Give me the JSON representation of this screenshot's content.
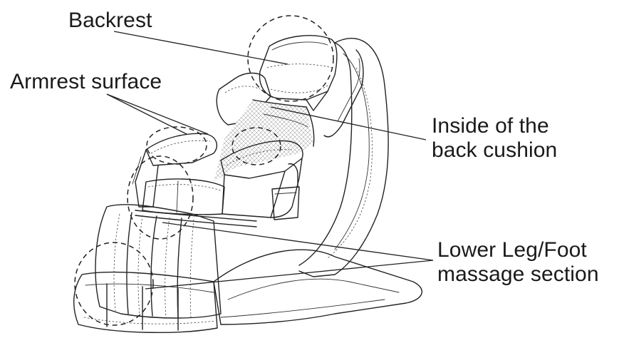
{
  "labels": {
    "backrest": "Backrest",
    "armrest": "Armrest surface",
    "inside_line1": "Inside of the",
    "inside_line2": "back cushion",
    "lower_line1": "Lower Leg/Foot",
    "lower_line2": "massage section"
  },
  "colors": {
    "line": "#222222",
    "background": "#ffffff"
  }
}
